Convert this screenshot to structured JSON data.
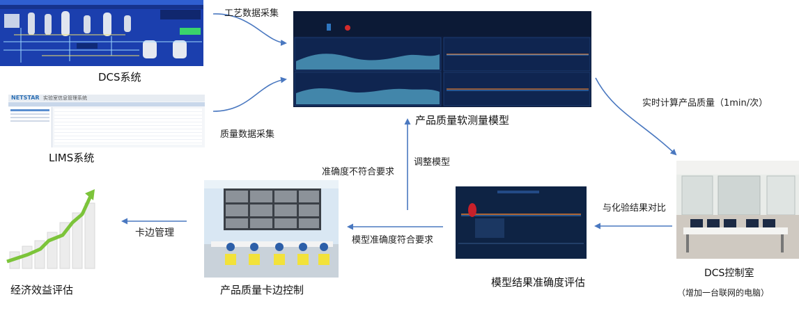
{
  "dcs_system": {
    "caption": "DCS系统"
  },
  "lims_system": {
    "caption": "LIMS系统",
    "logo_text": "NETSTAR",
    "title_text": "实验室信息管理系统"
  },
  "soft_sensor_model": {
    "caption": "产品质量软测量模型"
  },
  "dcs_control_room": {
    "caption": "DCS控制室",
    "note": "（增加一台联网的电脑）"
  },
  "model_evaluation": {
    "caption": "模型结果准确度评估"
  },
  "quality_control": {
    "caption": "产品质量卡边控制"
  },
  "economic_evaluation": {
    "caption": "经济效益评估"
  },
  "arrows": {
    "process_data": "工艺数据采集",
    "quality_data": "质量数据采集",
    "realtime_calc": "实时计算产品质量（1min/次）",
    "compare_lab": "与化验结果对比",
    "adjust_model": "调整模型",
    "accuracy_fail": "准确度不符合要求",
    "accuracy_pass": "模型准确度符合要求",
    "edge_management": "卡边管理"
  },
  "colors": {
    "arrow": "#4a78c0",
    "dcs_bg": "#1b3fae",
    "screen_bg": "#0d1c3c",
    "chart_fill": "#4f9fc0",
    "growth_green": "#7cc43a"
  }
}
